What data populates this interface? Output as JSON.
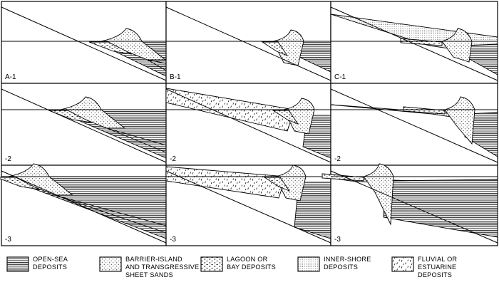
{
  "panels": [
    {
      "id": "A-1",
      "label": "A-1"
    },
    {
      "id": "B-1",
      "label": "B-1"
    },
    {
      "id": "C-1",
      "label": "C-1"
    },
    {
      "id": "A-2",
      "label": "-2"
    },
    {
      "id": "B-2",
      "label": "-2"
    },
    {
      "id": "C-2",
      "label": "-2"
    },
    {
      "id": "A-3",
      "label": "-3"
    },
    {
      "id": "B-3",
      "label": "-3"
    },
    {
      "id": "C-3",
      "label": "-3"
    }
  ],
  "legend": [
    {
      "key": "open-sea",
      "pattern": "hlines",
      "lines": [
        "OPEN-SEA",
        "DEPOSITS"
      ]
    },
    {
      "key": "barrier-island",
      "pattern": "dots",
      "lines": [
        "BARRIER-ISLAND",
        "AND TRANSGRESSIVE",
        "SHEET SANDS"
      ]
    },
    {
      "key": "lagoon",
      "pattern": "dashes",
      "lines": [
        "LAGOON OR",
        "BAY DEPOSITS"
      ]
    },
    {
      "key": "inner-shore",
      "pattern": "fine-dots",
      "lines": [
        "INNER-SHORE",
        "DEPOSITS"
      ]
    },
    {
      "key": "fluvial",
      "pattern": "ticks",
      "lines": [
        "FLUVIAL OR",
        "ESTUARINE",
        "DEPOSITS"
      ]
    }
  ],
  "colors": {
    "ink": "#000000",
    "paper": "#ffffff"
  }
}
